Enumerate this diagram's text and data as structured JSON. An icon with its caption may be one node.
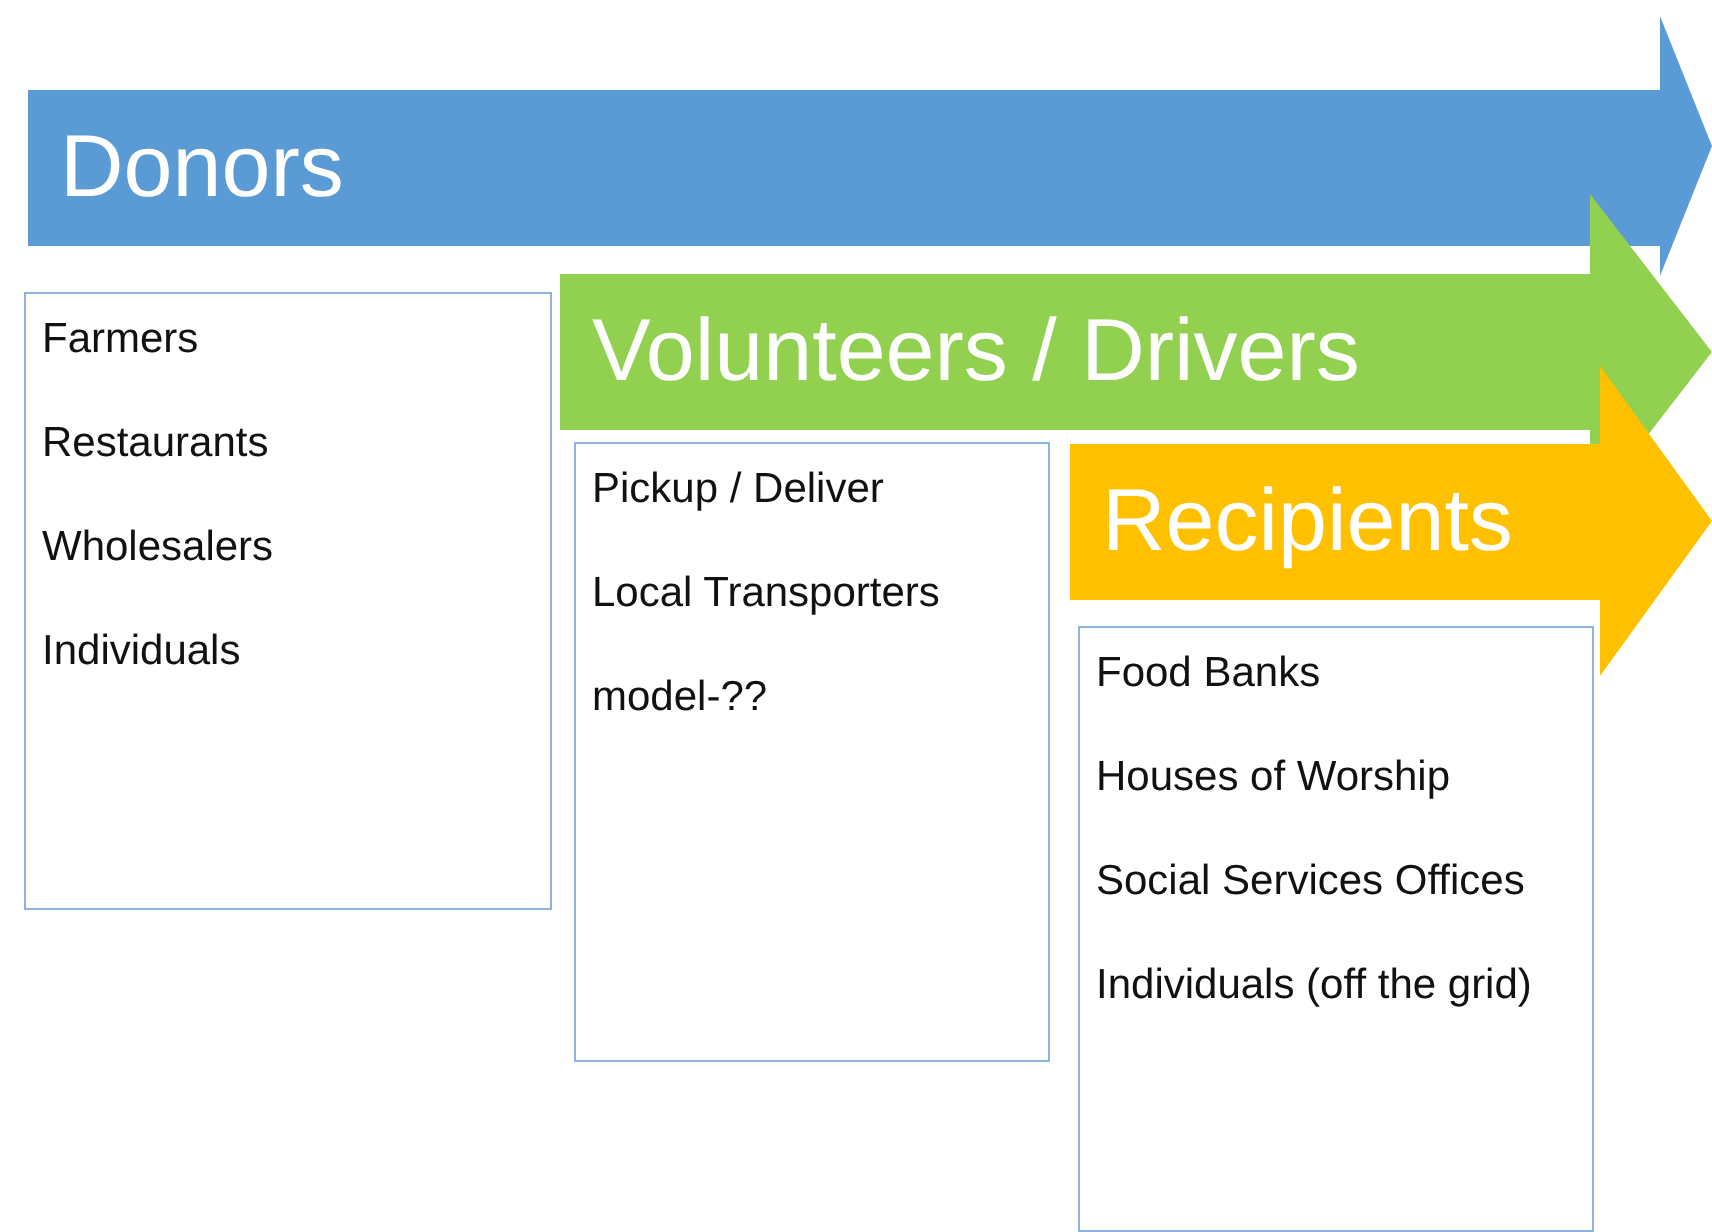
{
  "diagram": {
    "nodes": [
      {
        "text": [
          "Donors"
        ]
      },
      {
        "text": [
          "Farmers",
          "Restaurants",
          "Wholesalers",
          "Individuals"
        ]
      },
      {
        "text": [
          "Volunteers / Drivers"
        ]
      },
      {
        "text": [
          "Pickup / Deliver",
          "Local Transporters",
          "model-??"
        ]
      },
      {
        "text": [
          "Recipients"
        ]
      },
      {
        "text": [
          "Food Banks",
          "Houses of Worship",
          "Social Services Offices",
          "Individuals (off the grid)"
        ]
      }
    ],
    "edges": []
  }
}
